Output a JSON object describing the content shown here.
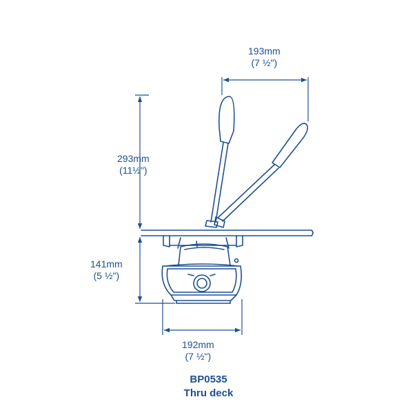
{
  "colors": {
    "ink": "#1b4f91",
    "background": "#ffffff"
  },
  "dimensions": {
    "handle_width": {
      "metric": "193mm",
      "imperial": "(7 ½\")"
    },
    "handle_height": {
      "metric": "293mm",
      "imperial": "(11½\")"
    },
    "body_height": {
      "metric": "141mm",
      "imperial": "(5 ½\")"
    },
    "body_width": {
      "metric": "192mm",
      "imperial": "(7 ½\")"
    }
  },
  "caption": {
    "model": "BP0535",
    "mount": "Thru deck"
  }
}
